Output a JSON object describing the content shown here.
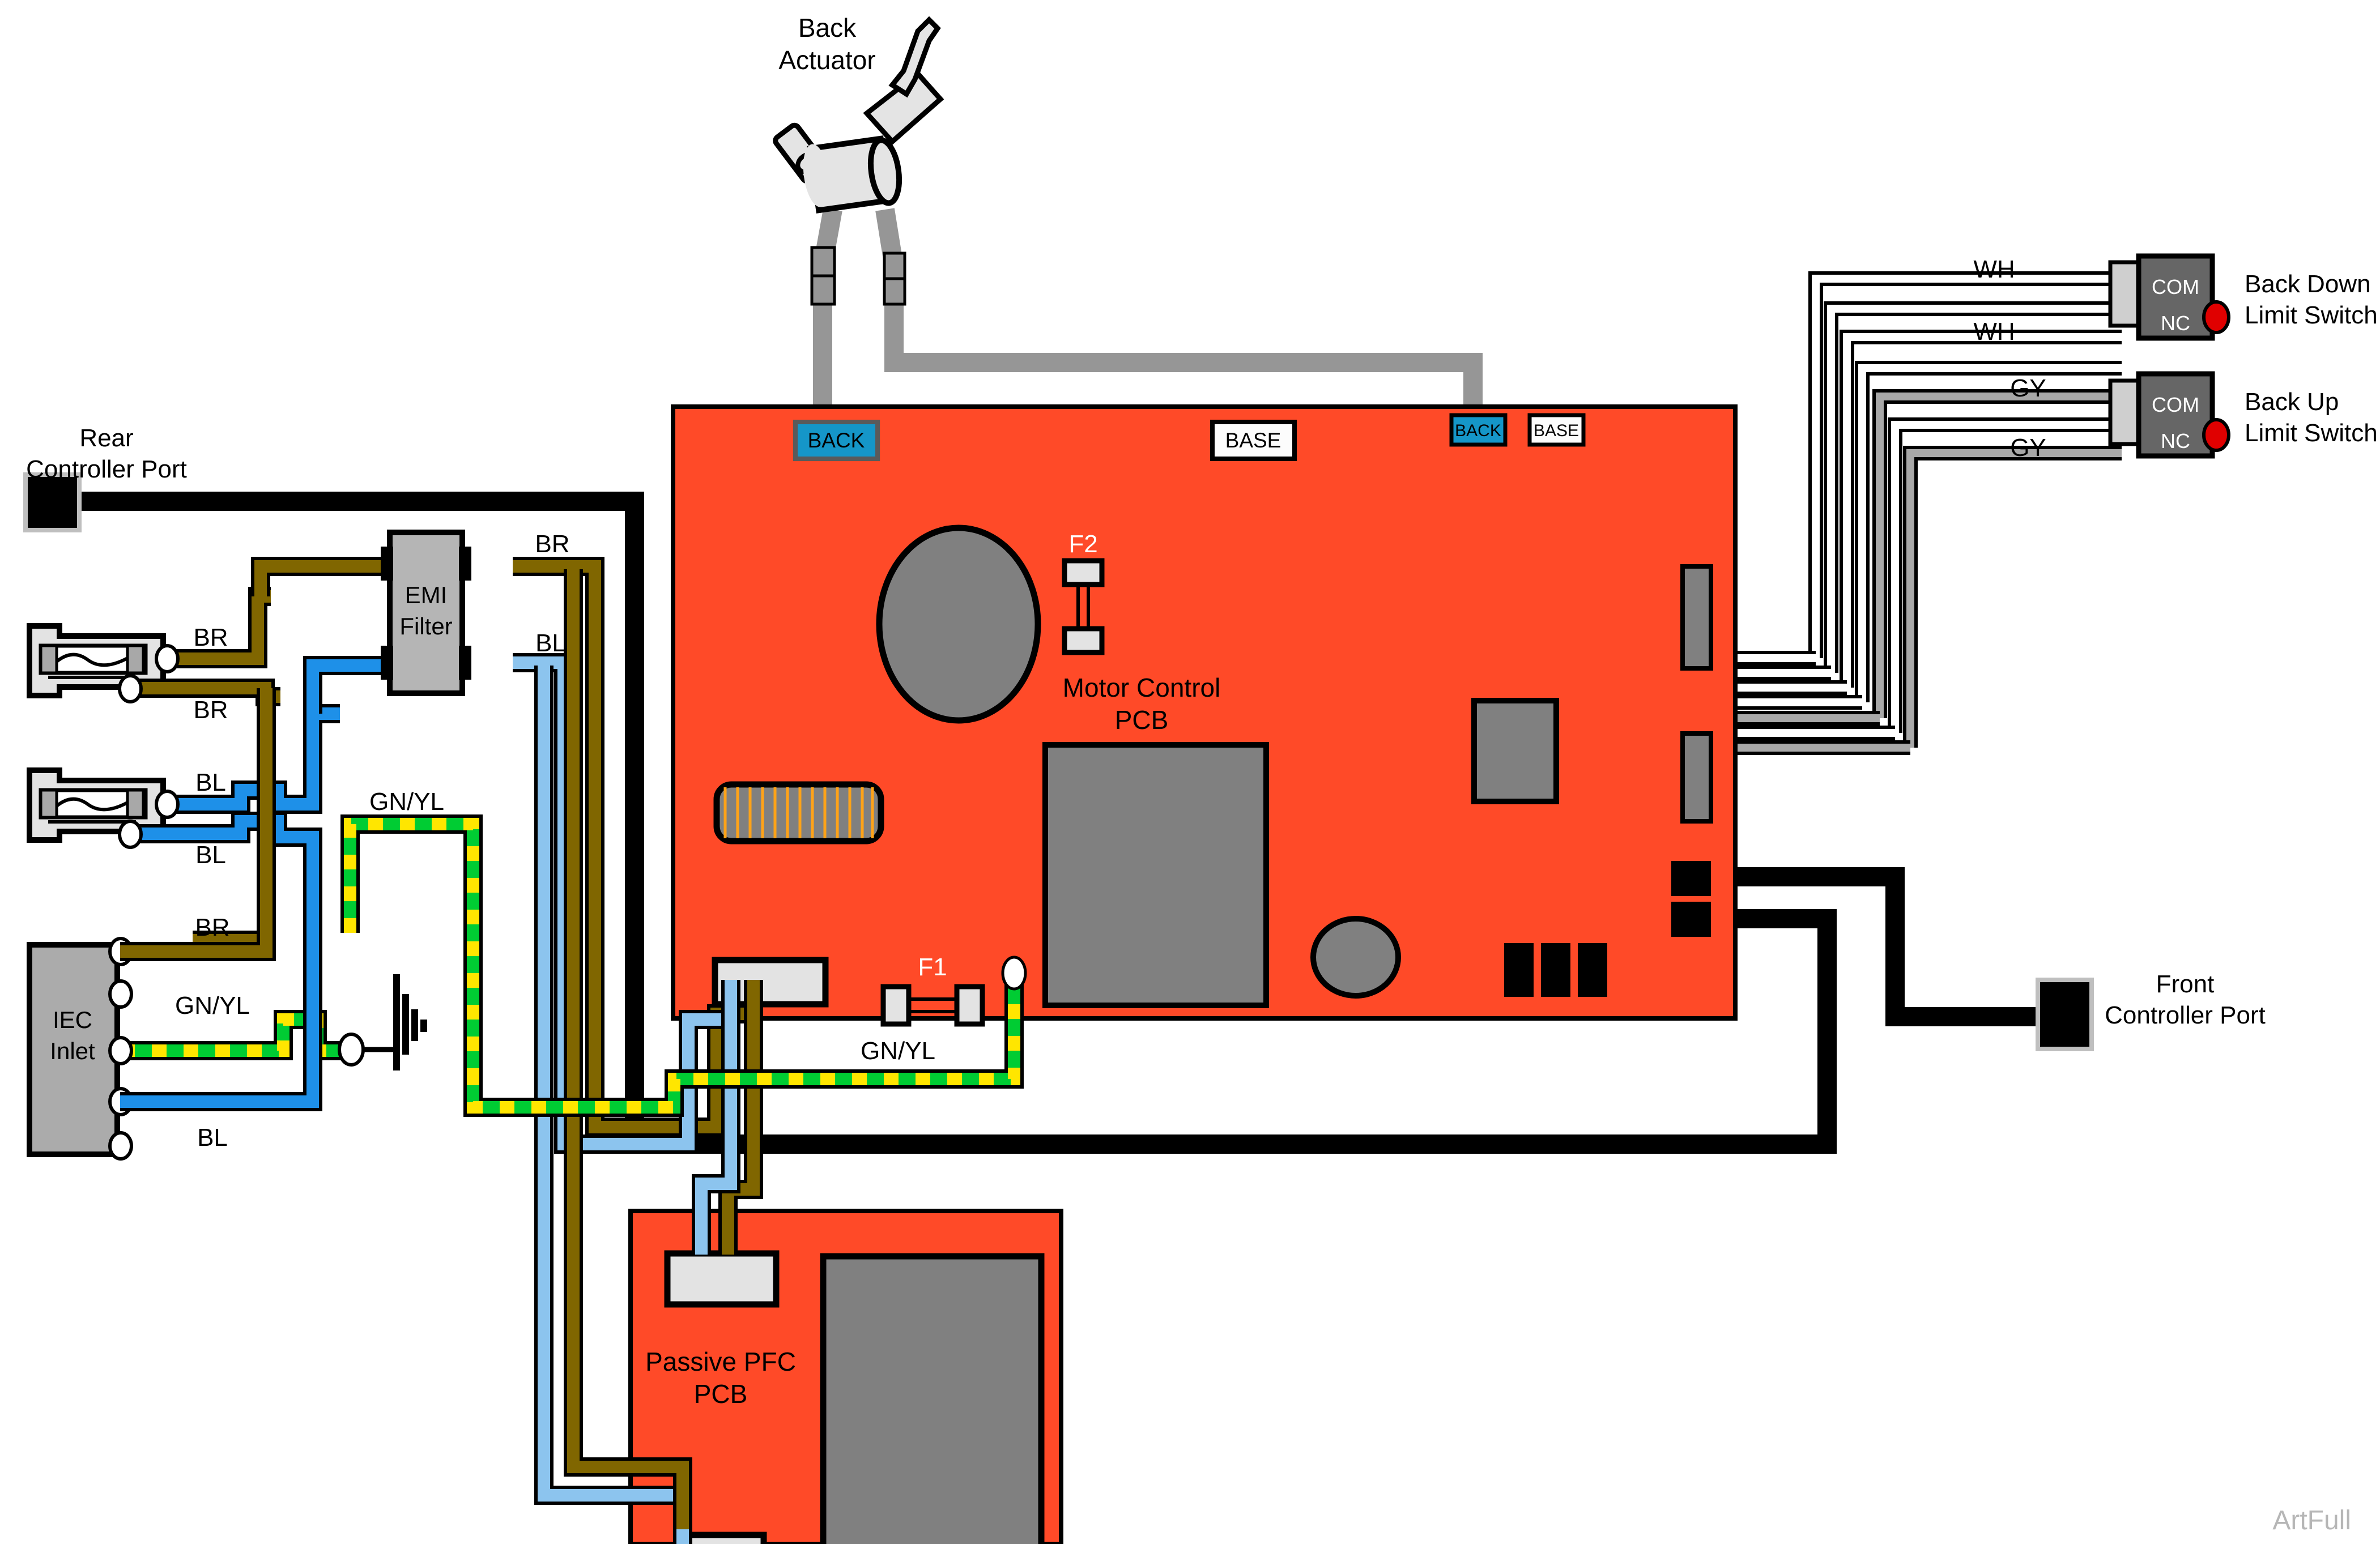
{
  "diagram": {
    "title_watermark": "ArtFull",
    "colors": {
      "pcb_red": "#FF4A28",
      "pcb_component_gray": "#808080",
      "connector_light": "#E3E3E3",
      "wire_brown": "#806600",
      "wire_blue": "#1E90E8",
      "wire_blue_light": "#8CC4EE",
      "wire_green": "#00CC33",
      "wire_yellow": "#FFE600",
      "wire_gray": "#A8A8A8",
      "wire_white": "#FFFFFF",
      "wire_black": "#000000",
      "switch_body": "#666666",
      "switch_led_red": "#E00000",
      "back_tag_blue": "#1596C8",
      "emi_gray": "#B5B5B5",
      "actuator_body": "#E0E0E0"
    }
  },
  "components": {
    "back_actuator": {
      "label_line1": "Back",
      "label_line2": "Actuator",
      "name": "back-actuator"
    },
    "rear_controller_port": {
      "label_line1": "Rear",
      "label_line2": "Controller Port"
    },
    "front_controller_port": {
      "label_line1": "Front",
      "label_line2": "Controller Port"
    },
    "emi_filter": {
      "label_line1": "EMI",
      "label_line2": "Filter"
    },
    "iec_inlet": {
      "label_line1": "IEC",
      "label_line2": "Inlet"
    },
    "motor_control_pcb": {
      "label_line1": "Motor Control",
      "label_line2": "PCB"
    },
    "passive_pfc_pcb": {
      "label_line1": "Passive PFC",
      "label_line2": "PCB"
    },
    "fuse_f1": {
      "label": "F1"
    },
    "fuse_f2": {
      "label": "F2"
    },
    "back_down_limit_switch": {
      "label_line1": "Back Down",
      "label_line2": "Limit Switch",
      "terminal_com": "COM",
      "terminal_nc": "NC"
    },
    "back_up_limit_switch": {
      "label_line1": "Back Up",
      "label_line2": "Limit Switch",
      "terminal_com": "COM",
      "terminal_nc": "NC"
    }
  },
  "pcb_tags": {
    "base_left": "BASE",
    "back_top": "BACK",
    "back_right": "BACK",
    "base_right": "BASE"
  },
  "wire_labels": {
    "br_filter_out": "BR",
    "bl_filter_out": "BL",
    "br_fuse_top": "BR",
    "br_fuse_bottom": "BR",
    "bl_fuse_top": "BL",
    "bl_fuse_bottom": "BL",
    "br_iec": "BR",
    "gnyl_iec": "GN/YL",
    "bl_iec": "BL",
    "gnyl_upper": "GN/YL",
    "gnyl_lower": "GN/YL",
    "wh_top": "WH",
    "wh_bottom": "WH",
    "gy_top": "GY",
    "gy_bottom": "GY"
  }
}
